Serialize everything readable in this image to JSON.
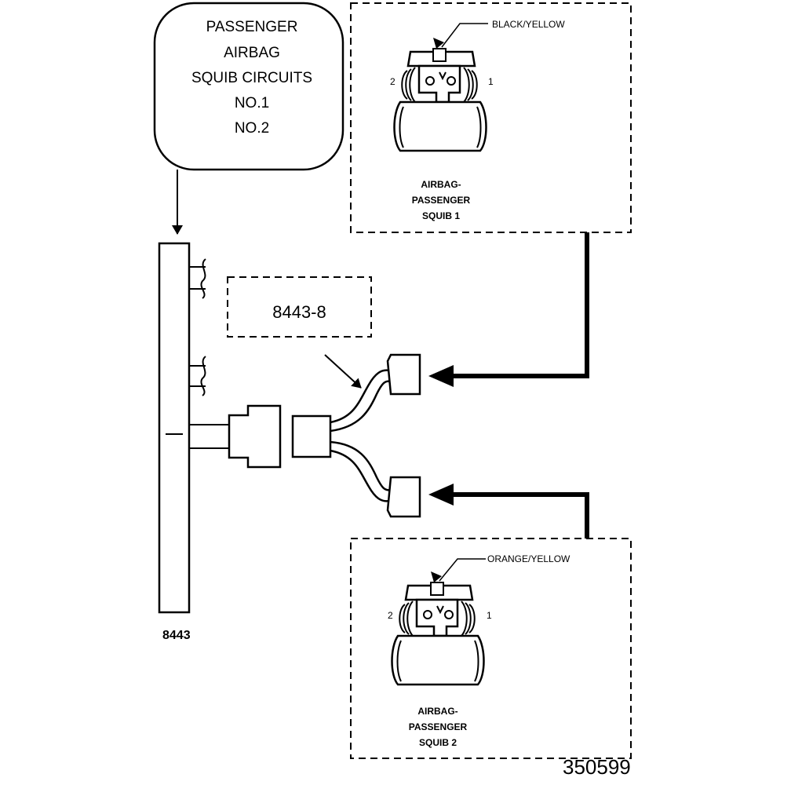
{
  "circuit_box": {
    "lines": [
      "PASSENGER",
      "AIRBAG",
      "SQUIB CIRCUITS",
      "NO.1",
      "NO.2"
    ]
  },
  "tool_label": "8443-8",
  "tool_main_label": "8443",
  "squib1": {
    "wire_color": "BLACK/YELLOW",
    "pin_left": "2",
    "pin_right": "1",
    "label_lines": [
      "AIRBAG-",
      "PASSENGER",
      "SQUIB 1"
    ]
  },
  "squib2": {
    "wire_color": "ORANGE/YELLOW",
    "pin_left": "2",
    "pin_right": "1",
    "label_lines": [
      "AIRBAG-",
      "PASSENGER",
      "SQUIB 2"
    ]
  },
  "figure_number": "350599"
}
